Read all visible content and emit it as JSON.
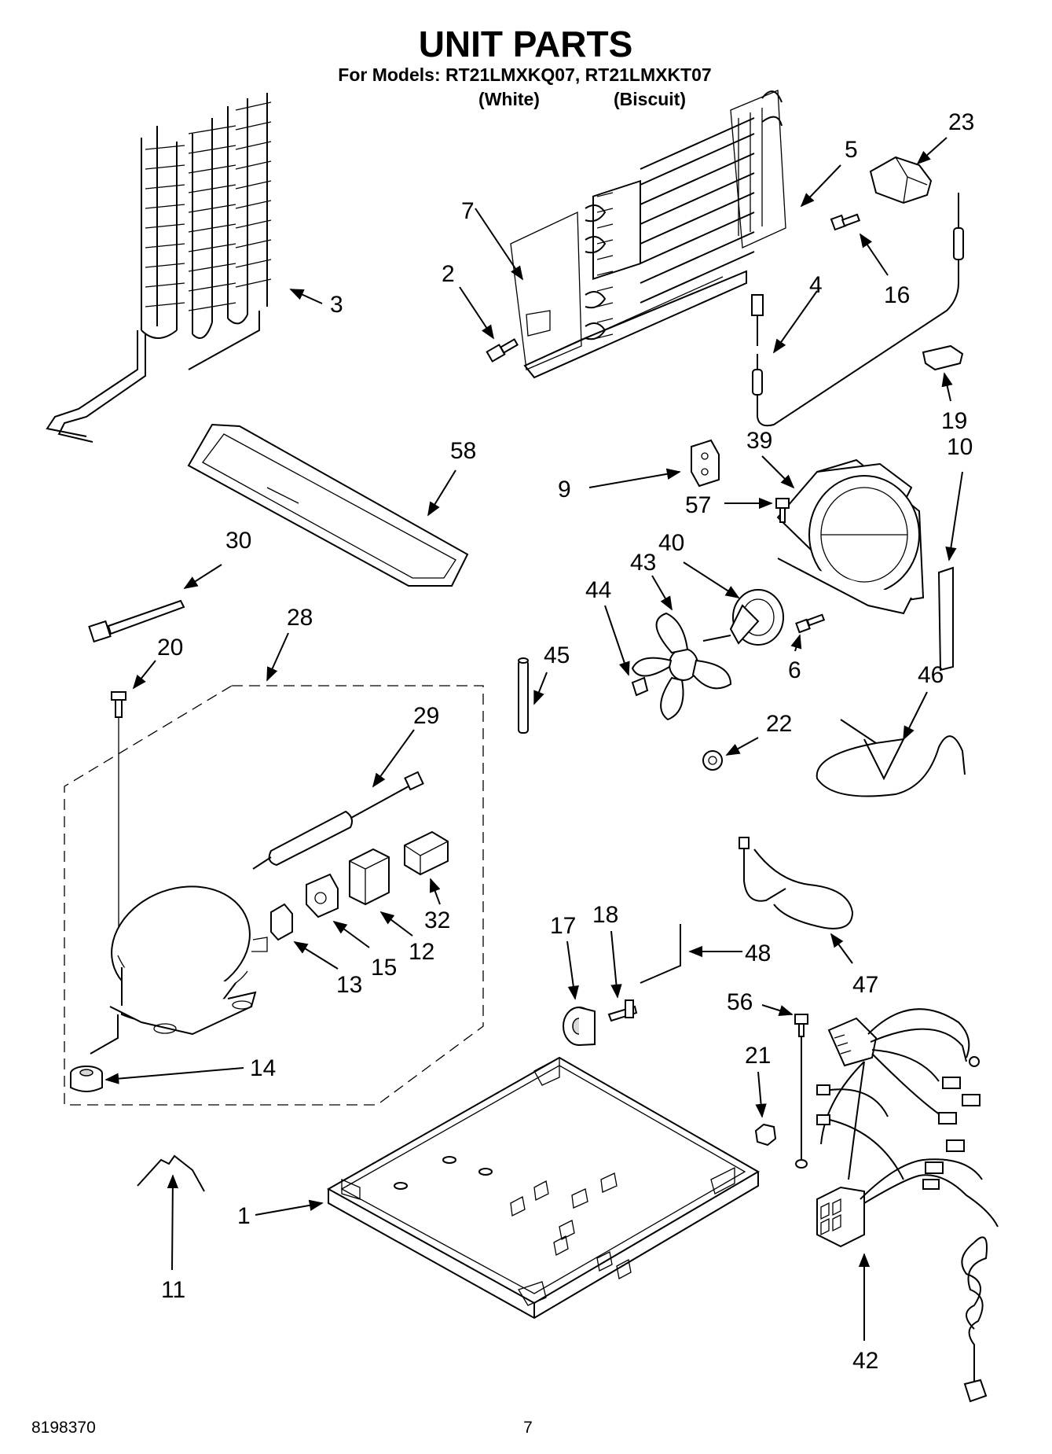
{
  "header": {
    "title": "UNIT PARTS",
    "models_line": "For Models: RT21LMXKQ07, RT21LMXKT07",
    "variant_1": "(White)",
    "variant_2": "(Biscuit)"
  },
  "callouts": {
    "c1": "1",
    "c2": "2",
    "c3": "3",
    "c4": "4",
    "c5": "5",
    "c6": "6",
    "c7": "7",
    "c9": "9",
    "c10": "10",
    "c11": "11",
    "c12": "12",
    "c13": "13",
    "c14": "14",
    "c15": "15",
    "c16": "16",
    "c17": "17",
    "c18": "18",
    "c19": "19",
    "c20": "20",
    "c21": "21",
    "c22": "22",
    "c23": "23",
    "c28": "28",
    "c29": "29",
    "c30": "30",
    "c32": "32",
    "c39": "39",
    "c40": "40",
    "c42": "42",
    "c43": "43",
    "c44": "44",
    "c45": "45",
    "c46": "46",
    "c47": "47",
    "c48": "48",
    "c56": "56",
    "c57": "57",
    "c58": "58"
  },
  "footer": {
    "doc_number": "8198370",
    "page_number": "7"
  }
}
